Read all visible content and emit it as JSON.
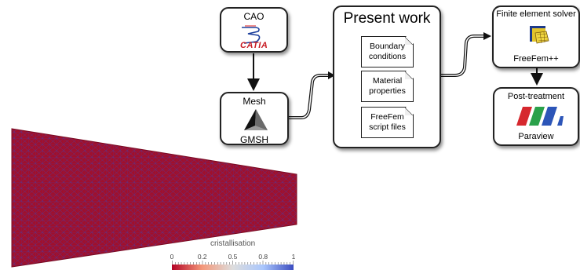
{
  "workflow": {
    "cao": {
      "label": "CAO",
      "logo_text": "CATIA"
    },
    "mesh": {
      "label": "Mesh",
      "tool": "GMSH"
    },
    "present": {
      "label": "Present work",
      "docs": [
        "Boundary conditions",
        "Material properties",
        "FreeFem script files"
      ]
    },
    "solver": {
      "label": "Finite element solver",
      "tool": "FreeFem++"
    },
    "post": {
      "label": "Post-treatment",
      "tool": "Paraview"
    }
  },
  "simulation": {
    "field_label": "cristallisation",
    "ticks": [
      "0",
      "0.2",
      "0.5",
      "0.8",
      "1"
    ],
    "mesh_color": "#a0102c",
    "edge_color": "#3b3fa8"
  },
  "colors": {
    "colorbar_low": "#b40426",
    "colorbar_mid": "#dddddd",
    "colorbar_high": "#3b4cc0",
    "paraview_red": "#d6282e",
    "paraview_green": "#2aa14a",
    "paraview_blue": "#2c55b8"
  }
}
